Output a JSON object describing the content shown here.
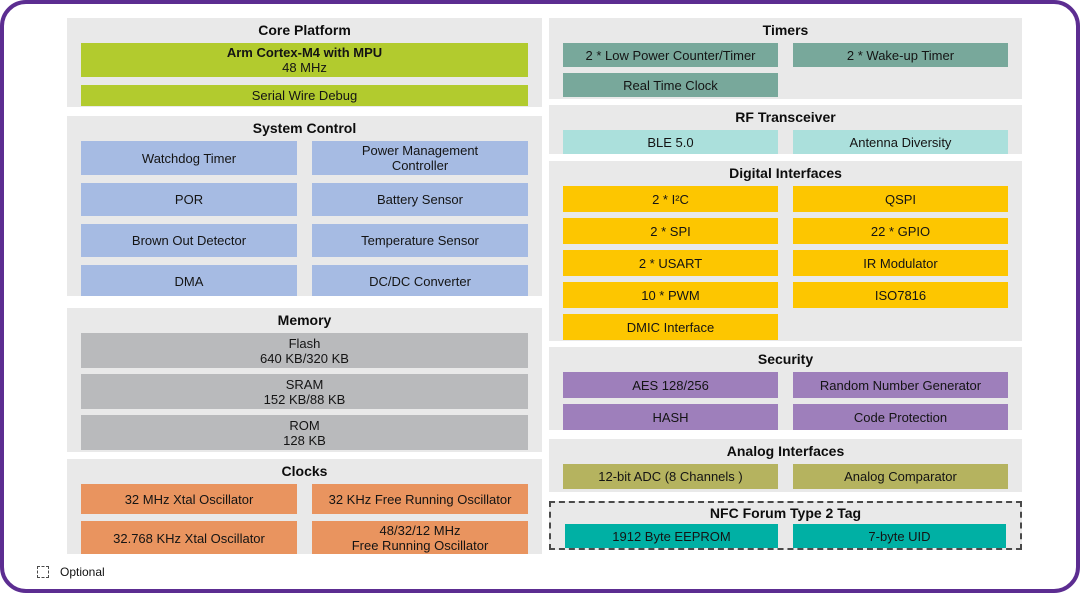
{
  "legend": {
    "label": "Optional"
  },
  "colors": {
    "green": "#b2cb2e",
    "blue": "#a6bbe3",
    "gray": "#b9babc",
    "orange": "#e9945f",
    "teal": "#78a89b",
    "cyan": "#abe0dc",
    "yellow": "#fdc600",
    "purple": "#9e7fbb",
    "olive": "#b5b35f",
    "nfc_teal": "#00b0a4",
    "section_bg": "#e9e9e9",
    "frame_border": "#5c2d91"
  },
  "columns": {
    "left": [
      {
        "title": "Core Platform",
        "block_color": "green",
        "blocks": [
          {
            "lines": [
              "Arm Cortex-M4 with MPU",
              "48 MHz"
            ],
            "bold_first": true,
            "span": 2
          },
          {
            "lines": [
              "Serial Wire Debug"
            ],
            "span": 2
          }
        ]
      },
      {
        "title": "System Control",
        "block_color": "blue",
        "blocks": [
          {
            "lines": [
              "Watchdog Timer"
            ]
          },
          {
            "lines": [
              "Power Management",
              "Controller"
            ]
          },
          {
            "lines": [
              "POR"
            ]
          },
          {
            "lines": [
              "Battery Sensor"
            ]
          },
          {
            "lines": [
              "Brown Out Detector"
            ]
          },
          {
            "lines": [
              "Temperature Sensor"
            ]
          },
          {
            "lines": [
              "DMA"
            ]
          },
          {
            "lines": [
              "DC/DC Converter"
            ]
          }
        ]
      },
      {
        "title": "Memory",
        "block_color": "gray",
        "blocks": [
          {
            "lines": [
              "Flash",
              "640 KB/320 KB"
            ],
            "span": 2
          },
          {
            "lines": [
              "SRAM",
              "152 KB/88 KB"
            ],
            "span": 2
          },
          {
            "lines": [
              "ROM",
              "128 KB"
            ],
            "span": 2
          }
        ]
      },
      {
        "title": "Clocks",
        "block_color": "orange",
        "blocks": [
          {
            "lines": [
              "32 MHz Xtal Oscillator"
            ]
          },
          {
            "lines": [
              "32 KHz Free Running Oscillator"
            ]
          },
          {
            "lines": [
              "32.768 KHz Xtal Oscillator"
            ]
          },
          {
            "lines": [
              "48/32/12 MHz",
              "Free Running Oscillator"
            ]
          }
        ]
      }
    ],
    "right": [
      {
        "title": "Timers",
        "block_color": "teal",
        "blocks": [
          {
            "lines": [
              "2 * Low Power Counter/Timer"
            ]
          },
          {
            "lines": [
              "2 * Wake-up Timer"
            ]
          },
          {
            "lines": [
              "Real Time Clock"
            ]
          }
        ]
      },
      {
        "title": "RF Transceiver",
        "block_color": "cyan",
        "blocks": [
          {
            "lines": [
              "BLE 5.0"
            ]
          },
          {
            "lines": [
              "Antenna Diversity"
            ]
          }
        ]
      },
      {
        "title": "Digital Interfaces",
        "block_color": "yellow",
        "blocks": [
          {
            "lines": [
              "2 * I²C"
            ]
          },
          {
            "lines": [
              "QSPI"
            ]
          },
          {
            "lines": [
              "2 * SPI"
            ]
          },
          {
            "lines": [
              "22 * GPIO"
            ]
          },
          {
            "lines": [
              "2 * USART"
            ]
          },
          {
            "lines": [
              "IR Modulator"
            ]
          },
          {
            "lines": [
              "10 * PWM"
            ]
          },
          {
            "lines": [
              "ISO7816"
            ]
          },
          {
            "lines": [
              "DMIC Interface"
            ]
          }
        ]
      },
      {
        "title": "Security",
        "block_color": "purple",
        "blocks": [
          {
            "lines": [
              "AES 128/256"
            ]
          },
          {
            "lines": [
              "Random Number Generator"
            ]
          },
          {
            "lines": [
              "HASH"
            ]
          },
          {
            "lines": [
              "Code Protection"
            ]
          }
        ]
      },
      {
        "title": "Analog Interfaces",
        "block_color": "olive",
        "blocks": [
          {
            "lines": [
              "12-bit ADC (8 Channels )"
            ]
          },
          {
            "lines": [
              "Analog Comparator"
            ]
          }
        ]
      },
      {
        "title": "NFC Forum Type 2 Tag",
        "block_color": "nfc_teal",
        "optional": true,
        "blocks": [
          {
            "lines": [
              "1912 Byte EEPROM"
            ]
          },
          {
            "lines": [
              "7-byte UID"
            ]
          }
        ]
      }
    ]
  }
}
